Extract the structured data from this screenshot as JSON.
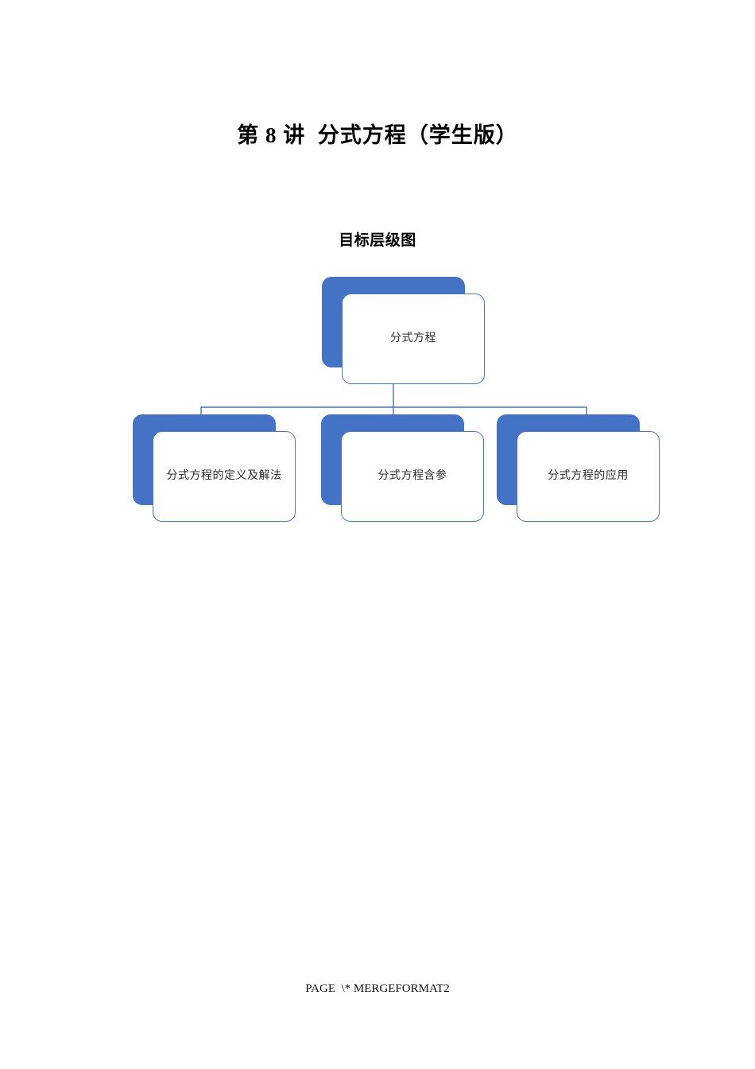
{
  "document": {
    "title": "第 8 讲  分式方程（学生版）",
    "diagram_heading": "目标层级图",
    "footer": "PAGE  \\* MERGEFORMAT2"
  },
  "colors": {
    "accent_blue": "#4472C4",
    "card_border_blue": "#4a77bd",
    "connector_blue": "#4472C4",
    "card_face": "#ffffff",
    "text": "#2b2b2b",
    "page_background": "#ffffff"
  },
  "diagram": {
    "type": "hierarchy",
    "root": {
      "label": "分式方程"
    },
    "children": [
      {
        "label": "分式方程的定义及解法"
      },
      {
        "label": "分式方程含参"
      },
      {
        "label": "分式方程的应用"
      }
    ]
  }
}
